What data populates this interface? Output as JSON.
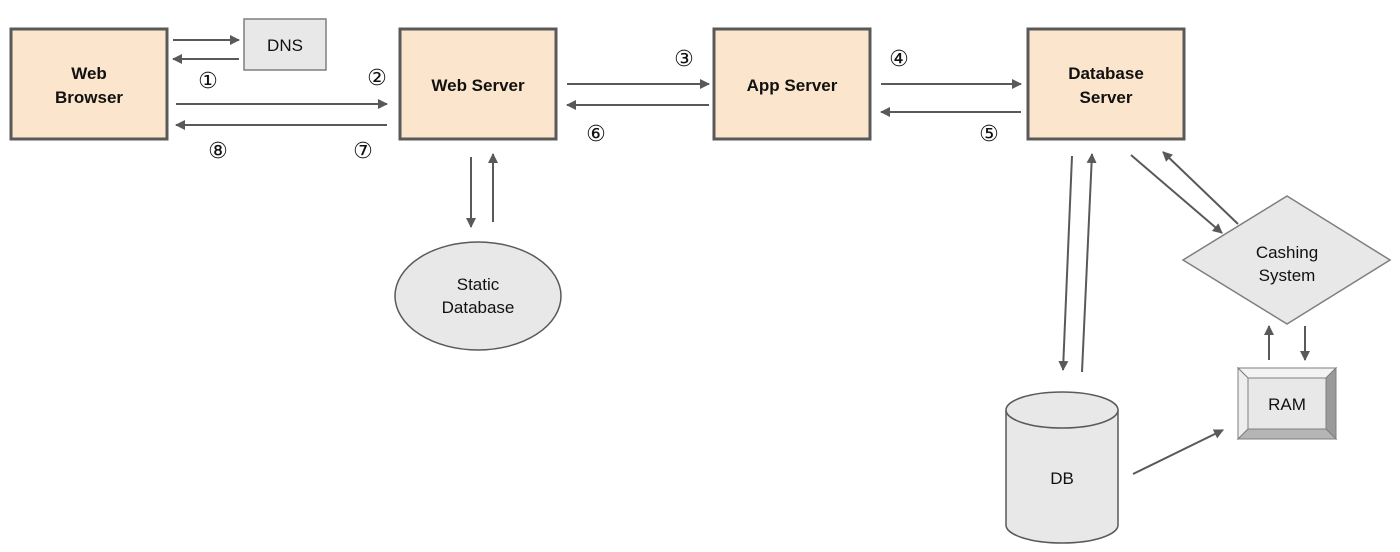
{
  "nodes": {
    "web_browser": {
      "line1": "Web",
      "line2": "Browser"
    },
    "dns": {
      "label": "DNS"
    },
    "web_server": {
      "label": "Web Server"
    },
    "app_server": {
      "label": "App Server"
    },
    "database_server": {
      "line1": "Database",
      "line2": "Server"
    },
    "static_database": {
      "line1": "Static",
      "line2": "Database"
    },
    "caching_system": {
      "line1": "Cashing",
      "line2": "System"
    },
    "ram": {
      "label": "RAM"
    },
    "db": {
      "label": "DB"
    }
  },
  "steps": {
    "s1": "①",
    "s2": "②",
    "s3": "③",
    "s4": "④",
    "s5": "⑤",
    "s6": "⑥",
    "s7": "⑦",
    "s8": "⑧"
  },
  "colors": {
    "server_fill": "#fbe5cc",
    "server_stroke": "#595959",
    "neutral_fill": "#e8e8e8",
    "neutral_stroke": "#7f7f7f",
    "arrow": "#595959"
  }
}
